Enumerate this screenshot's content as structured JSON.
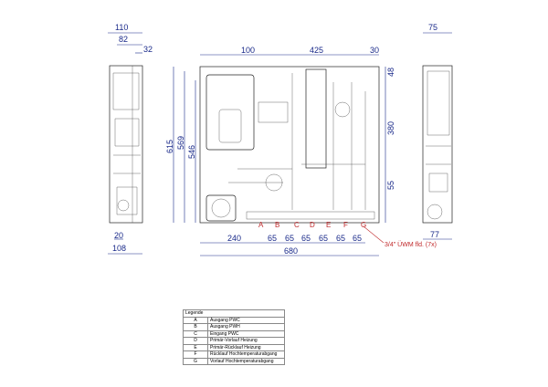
{
  "side_view_left": {
    "dims_top": [
      "110",
      "82",
      "32"
    ],
    "dims_bottom": [
      "20",
      "108"
    ]
  },
  "front_view": {
    "dims_top": [
      "100",
      "425",
      "30"
    ],
    "dims_left": [
      "615",
      "569",
      "546"
    ],
    "dims_right": [
      "48",
      "380",
      "55"
    ],
    "dims_bottom": [
      "240",
      "65",
      "65",
      "65",
      "65",
      "65",
      "65",
      "680"
    ],
    "connections": [
      "A",
      "B",
      "C",
      "D",
      "E",
      "F",
      "G"
    ],
    "connection_note": "3/4\" ÜWM fld. (7x)"
  },
  "side_view_right": {
    "dims_top": [
      "75"
    ],
    "dims_bottom": [
      "77"
    ]
  },
  "legend": {
    "title": "Legende",
    "rows": [
      {
        "key": "A",
        "label": "Ausgang PWC"
      },
      {
        "key": "B",
        "label": "Ausgang PWH"
      },
      {
        "key": "C",
        "label": "Eingang PWC"
      },
      {
        "key": "D",
        "label": "Primär-Vorlauf Heizung"
      },
      {
        "key": "E",
        "label": "Primär-Rücklauf Heizung"
      },
      {
        "key": "F",
        "label": "Rücklauf Hochtemperaturabgang"
      },
      {
        "key": "G",
        "label": "Vorlauf Hochtemperaturabgang"
      }
    ]
  }
}
